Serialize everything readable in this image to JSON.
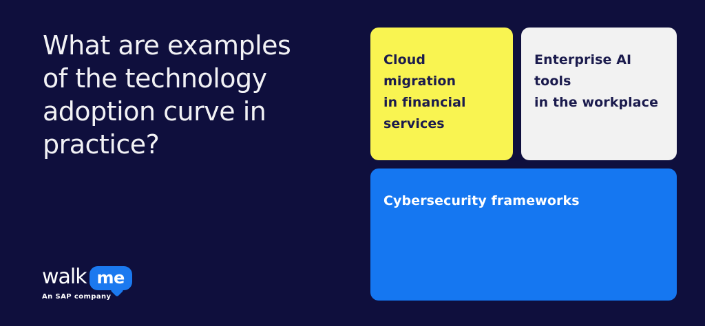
{
  "colors": {
    "background": "#0F0F3D",
    "heading_text": "#F2F2F5",
    "card_yellow_bg": "#F9F451",
    "card_white_bg": "#F2F2F2",
    "card_blue_bg": "#1577F1",
    "card_dark_text": "#1B1B4D",
    "card_light_text": "#FFFFFF",
    "logo_bubble_blue": "#1B79EF"
  },
  "heading": {
    "text": "What are examples\nof the technology\nadoption curve in\npractice?"
  },
  "cards": [
    {
      "id": "cloud-migration",
      "label": "Cloud migration\nin financial\nservices"
    },
    {
      "id": "enterprise-ai",
      "label": "Enterprise AI tools\nin the workplace"
    },
    {
      "id": "cybersecurity",
      "label": "Cybersecurity frameworks"
    }
  ],
  "logo": {
    "wordmark_walk": "walk",
    "wordmark_me": "me",
    "tagline": "An SAP company"
  }
}
